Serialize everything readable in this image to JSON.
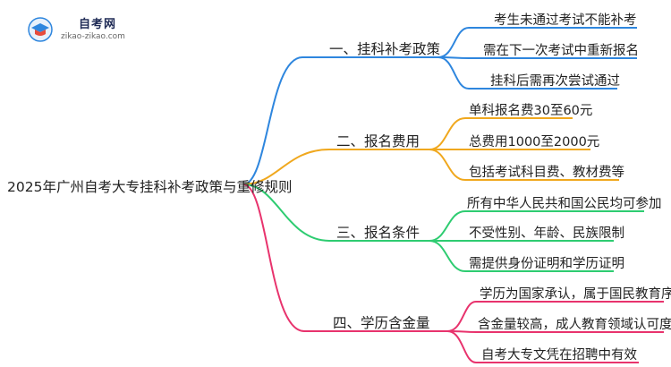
{
  "logo": {
    "title": "自考网",
    "subtitle": "zikao-zikao.com"
  },
  "root": "2025年广州自考大专挂科补考政策与重修规则",
  "branches": [
    {
      "label": "一、挂科补考政策",
      "color": "#2e86de",
      "leaves": [
        "考生未通过考试不能补考",
        "需在下一次考试中重新报名",
        "挂科后需再次尝试通过"
      ]
    },
    {
      "label": "二、报名费用",
      "color": "#f0a81e",
      "leaves": [
        "单科报名费30至60元",
        "总费用1000至2000元",
        "包括考试科目费、教材费等"
      ]
    },
    {
      "label": "三、报名条件",
      "color": "#2ecc71",
      "leaves": [
        "所有中华人民共和国公民均可参加",
        "不受性别、年龄、民族限制",
        "需提供身份证明和学历证明"
      ]
    },
    {
      "label": "四、学历含金量",
      "color": "#e8336d",
      "leaves": [
        "学历为国家承认，属于国民教育序列",
        "含金量较高，成人教育领域认可度高",
        "自考大专文凭在招聘中有效"
      ]
    }
  ]
}
